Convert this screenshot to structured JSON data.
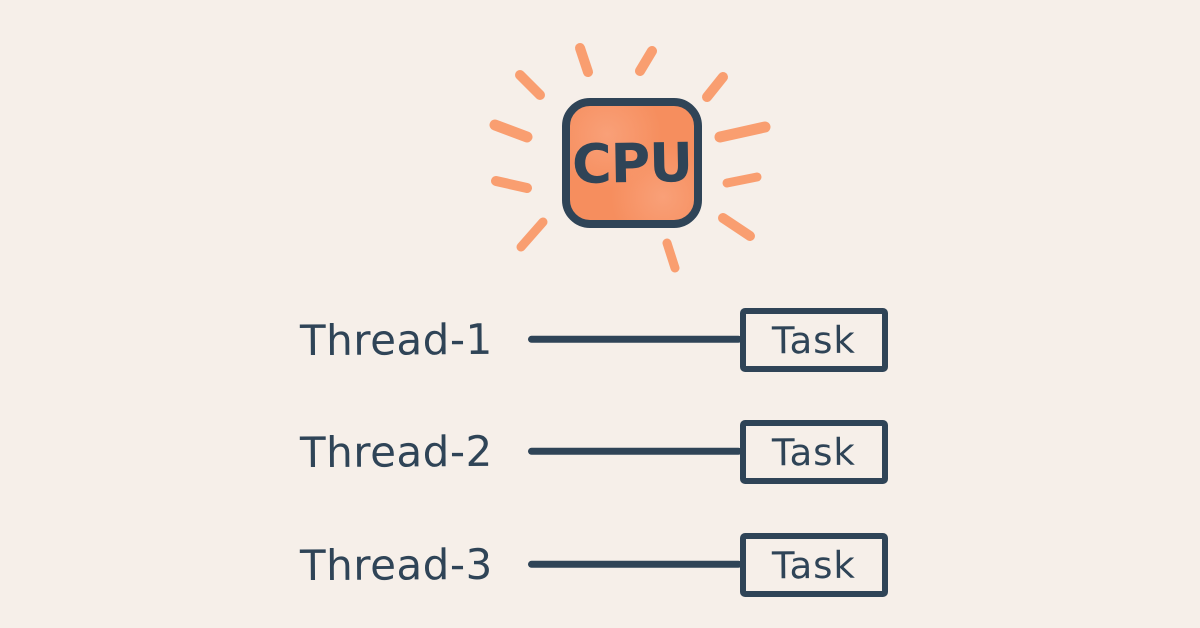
{
  "colors": {
    "background": "#F6EFE9",
    "ink": "#2F4457",
    "cpu_fill": "#F68E5E",
    "cpu_fill_light": "#F9A078",
    "ray": "#F99E70"
  },
  "icons": {
    "sunburst": "radiating hand-drawn strokes around the CPU box"
  },
  "cpu": {
    "label": "CPU"
  },
  "rows": [
    {
      "thread_label": "Thread-1",
      "task_label": "Task"
    },
    {
      "thread_label": "Thread-2",
      "task_label": "Task"
    },
    {
      "thread_label": "Thread-3",
      "task_label": "Task"
    }
  ]
}
